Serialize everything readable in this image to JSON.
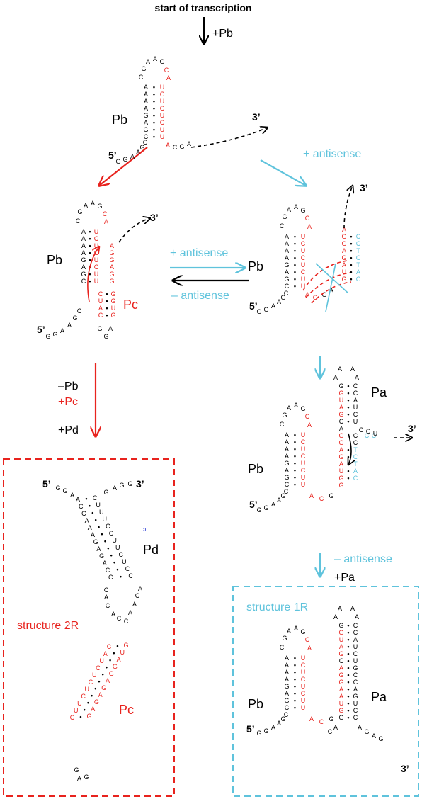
{
  "title": "start of transcription",
  "colors": {
    "black": "#000000",
    "red": "#e8231e",
    "cyan": "#5fc3dc",
    "blue": "#2a3bd6"
  },
  "steps": {
    "plus_pb": "+Pb",
    "plus_antisense": "+ antisense",
    "minus_antisense": "– antisense",
    "minus_pb": "–Pb",
    "plus_pc": "+Pc",
    "plus_pd": "+Pd",
    "minus_antisense_2": "– antisense",
    "plus_pa": "+Pa"
  },
  "labels": {
    "pb": "Pb",
    "pc": "Pc",
    "pa": "Pa",
    "pd": "Pd",
    "five": "5’",
    "three": "3’",
    "structure_1r": "structure  1R",
    "structure_2r": "structure  2R"
  },
  "stray_mark": "ɔ",
  "pb_hairpin": {
    "loop": [
      "G",
      "A",
      "A",
      "G",
      "C",
      "A"
    ],
    "stem_left": [
      "A",
      "A",
      "A",
      "A",
      "G",
      "A",
      "G",
      "C"
    ],
    "stem_right": [
      "U",
      "C",
      "U",
      "C",
      "U",
      "C",
      "U",
      "U"
    ],
    "tail_5": [
      "G",
      "G",
      "A",
      "A",
      "G",
      "C"
    ],
    "tail_3": [
      "A",
      "C",
      "G",
      "A"
    ]
  },
  "pc_stem": {
    "left": [
      "C",
      "U",
      "A",
      "C"
    ],
    "right": [
      "G",
      "G",
      "U",
      "G"
    ]
  },
  "antisense": [
    "C",
    "C",
    "T",
    "C",
    "T",
    "A",
    "C"
  ],
  "pa_hairpin": {
    "loop": [
      "A",
      "A",
      "A",
      "A"
    ],
    "left": [
      "G",
      "G",
      "U",
      "A",
      "G",
      "C",
      "A",
      "G",
      "G",
      "A",
      "A",
      "U",
      "G",
      "G"
    ],
    "right": [
      "C",
      "C",
      "A",
      "U",
      "C",
      "U",
      "G",
      "C",
      "C",
      "A",
      "G",
      "U",
      "C",
      "C"
    ]
  },
  "pd_helix": {
    "left": [
      "A",
      "C",
      "C",
      "A",
      "A",
      "A",
      "G",
      "A",
      "G",
      "A",
      "C",
      "C"
    ],
    "right": [
      "C",
      "U",
      "U",
      "U",
      "C",
      "C",
      "U",
      "U",
      "C",
      "U",
      "C",
      "C"
    ]
  },
  "pc_helix": {
    "left": [
      "C",
      "A",
      "U",
      "C",
      "U",
      "C",
      "U",
      "C",
      "U",
      "U",
      "C"
    ],
    "right": [
      "G",
      "U",
      "A",
      "G",
      "G",
      "A",
      "G",
      "A",
      "G",
      "A",
      "G"
    ]
  }
}
